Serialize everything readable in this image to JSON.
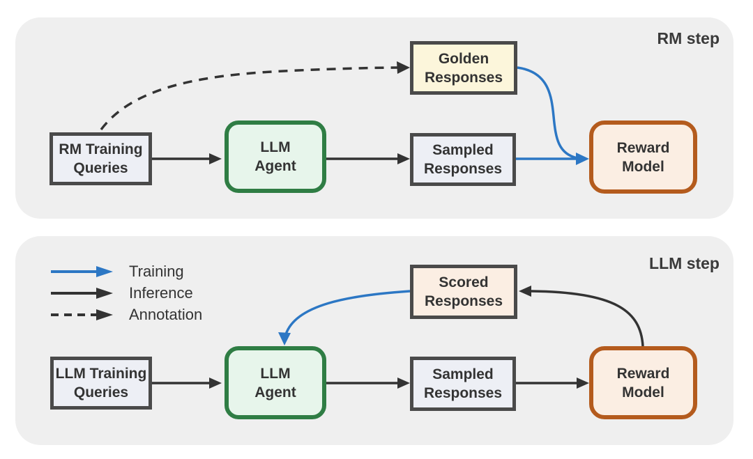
{
  "rm_panel": {
    "step_label": "RM step",
    "nodes": {
      "rm_training_queries": "RM Training\nQueries",
      "llm_agent": "LLM\nAgent",
      "golden_responses": "Golden\nResponses",
      "sampled_responses": "Sampled\nResponses",
      "reward_model": "Reward\nModel"
    },
    "edges": [
      {
        "from": "RM Training Queries",
        "to": "Golden Responses",
        "type": "annotation"
      },
      {
        "from": "RM Training Queries",
        "to": "LLM Agent",
        "type": "inference"
      },
      {
        "from": "LLM Agent",
        "to": "Sampled Responses",
        "type": "inference"
      },
      {
        "from": "Sampled Responses",
        "to": "Reward Model",
        "type": "training"
      },
      {
        "from": "Golden Responses",
        "to": "Reward Model",
        "type": "training"
      }
    ]
  },
  "llm_panel": {
    "step_label": "LLM step",
    "nodes": {
      "llm_training_queries": "LLM Training\nQueries",
      "llm_agent": "LLM\nAgent",
      "scored_responses": "Scored\nResponses",
      "sampled_responses": "Sampled\nResponses",
      "reward_model": "Reward\nModel"
    },
    "edges": [
      {
        "from": "LLM Training Queries",
        "to": "LLM Agent",
        "type": "inference"
      },
      {
        "from": "LLM Agent",
        "to": "Sampled Responses",
        "type": "inference"
      },
      {
        "from": "Sampled Responses",
        "to": "Reward Model",
        "type": "inference"
      },
      {
        "from": "Reward Model",
        "to": "Scored Responses",
        "type": "inference"
      },
      {
        "from": "Scored Responses",
        "to": "LLM Agent",
        "type": "training"
      }
    ]
  },
  "legend": {
    "items": [
      {
        "label": "Training",
        "type": "training"
      },
      {
        "label": "Inference",
        "type": "inference"
      },
      {
        "label": "Annotation",
        "type": "annotation"
      }
    ]
  },
  "colors": {
    "panel_bg": "#EFEFEF",
    "box_border": "#4A4A4A",
    "queries_fill": "#EDEFF5",
    "golden_fill": "#FCF6DB",
    "peach_fill": "#FBEEE3",
    "agent_fill": "#E7F5EB",
    "agent_border": "#2F7D44",
    "reward_border": "#B45B1D",
    "training_arrow": "#2C77C4",
    "inference_arrow": "#333333",
    "text_color": "#333333"
  }
}
